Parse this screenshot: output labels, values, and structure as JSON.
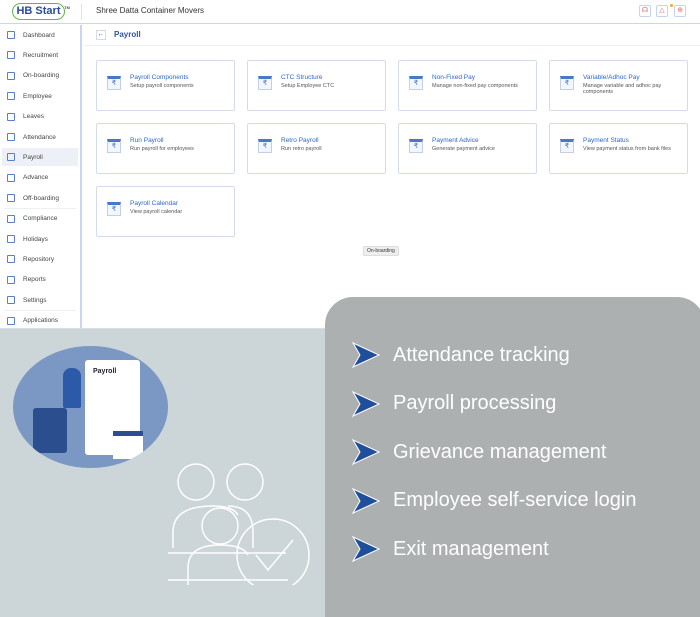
{
  "header": {
    "logo": "HB Start",
    "logo_tm": "TM",
    "company": "Shree Datta Container Movers",
    "icons": [
      "support-icon",
      "bell-icon",
      "lock-icon"
    ]
  },
  "sidebar": {
    "items": [
      {
        "label": "Dashboard",
        "icon": "dashboard-icon"
      },
      {
        "label": "Recruitment",
        "icon": "recruitment-icon"
      },
      {
        "label": "On-boarding",
        "icon": "onboarding-icon"
      },
      {
        "label": "Employee",
        "icon": "employee-icon"
      },
      {
        "label": "Leaves",
        "icon": "leaves-icon"
      },
      {
        "label": "Attendance",
        "icon": "attendance-icon"
      },
      {
        "label": "Payroll",
        "icon": "payroll-icon",
        "active": true
      },
      {
        "label": "Advance",
        "icon": "advance-icon"
      },
      {
        "label": "Off-boarding",
        "icon": "offboarding-icon"
      },
      {
        "label": "Compliance",
        "icon": "compliance-icon"
      },
      {
        "label": "Holidays",
        "icon": "holidays-icon"
      },
      {
        "label": "Repository",
        "icon": "repository-icon"
      },
      {
        "label": "Reports",
        "icon": "reports-icon"
      },
      {
        "label": "Settings",
        "icon": "settings-icon"
      },
      {
        "label": "Applications",
        "icon": "applications-icon"
      }
    ]
  },
  "page": {
    "title": "Payroll",
    "back_icon": "←",
    "rupee": "₹"
  },
  "cards": [
    {
      "title": "Payroll Components",
      "desc": "Setup payroll components"
    },
    {
      "title": "CTC Structure",
      "desc": "Setup Employee CTC"
    },
    {
      "title": "Non-Fixed Pay",
      "desc": "Manage non-fixed pay components"
    },
    {
      "title": "Variable/Adhoc Pay",
      "desc": "Manage variable and adhoc pay components"
    },
    {
      "title": "Run Payroll",
      "desc": "Run payroll for employees"
    },
    {
      "title": "Retro Payroll",
      "desc": "Run retro payroll"
    },
    {
      "title": "Payment Advice",
      "desc": "Generate payment advice"
    },
    {
      "title": "Payment Status",
      "desc": "View payment status from bank files"
    },
    {
      "title": "Payroll Calendar",
      "desc": "View payroll calendar"
    }
  ],
  "tooltip": "On-boarding",
  "illustration": {
    "label": "Payroll"
  },
  "features": [
    "Attendance tracking",
    "Payroll processing",
    "Grievance management",
    "Employee self-service login",
    "Exit management"
  ],
  "colors": {
    "accent": "#2f66c6",
    "panel": "#adb0b1",
    "background": "#ccd5d8",
    "arrow": "#1f4e9a"
  }
}
